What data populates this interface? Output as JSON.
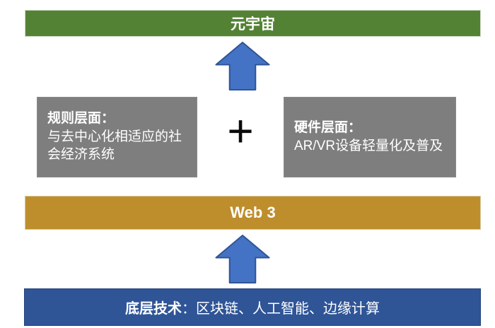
{
  "colors": {
    "metaverse_bar": "#548235",
    "web3_bar": "#BE8E2D",
    "tech_bar": "#2F5597",
    "box_gray": "#7E7E7E",
    "arrow_fill": "#4472C4",
    "arrow_stroke": "#2F5597",
    "plus": "#0A0A0A",
    "bar_text": "#FFFFFF"
  },
  "top_bar": {
    "label": "元宇宙"
  },
  "middle_layer": {
    "rules_box": {
      "title": "规则层面：",
      "body": "与去中心化相适应的社会经济系统"
    },
    "plus_sign": "+",
    "hardware_box": {
      "title": "硬件层面：",
      "body": "AR/VR设备轻量化及普及"
    }
  },
  "web3_bar": {
    "label": "Web 3"
  },
  "bottom_bar": {
    "title": "底层技术",
    "body": "：区块链、人工智能、边缘计算"
  }
}
